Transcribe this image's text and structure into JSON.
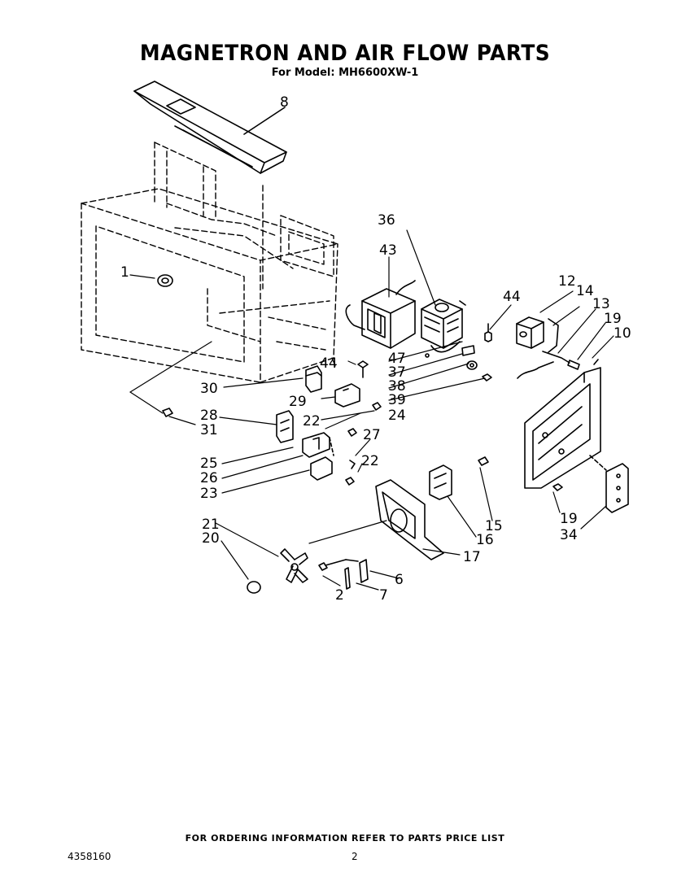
{
  "header": {
    "title": "MAGNETRON AND AIR FLOW PARTS",
    "subtitle": "For Model: MH6600XW-1"
  },
  "footer": {
    "note": "FOR ORDERING INFORMATION REFER TO PARTS PRICE LIST",
    "doc_number": "4358160",
    "page_number": "2"
  },
  "callouts": [
    "8",
    "1",
    "36",
    "43",
    "44",
    "12",
    "14",
    "13",
    "19",
    "10",
    "44",
    "47",
    "37",
    "38",
    "39",
    "30",
    "29",
    "28",
    "31",
    "22",
    "24",
    "27",
    "25",
    "26",
    "22",
    "23",
    "15",
    "16",
    "17",
    "19",
    "34",
    "21",
    "20",
    "6",
    "2",
    "7"
  ]
}
